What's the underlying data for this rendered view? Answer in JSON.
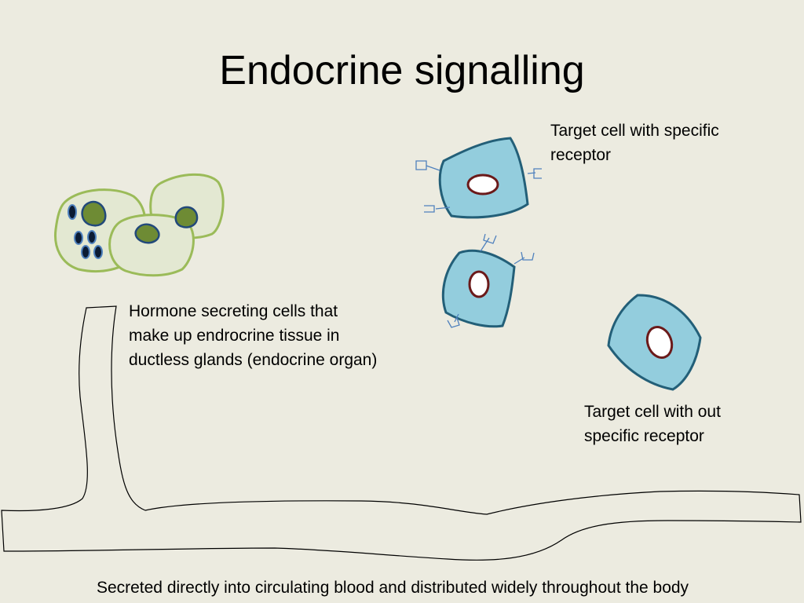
{
  "slide": {
    "title": "Endocrine signalling",
    "labels": {
      "hormone_cells": "Hormone secreting cells that make up endrocrine tissue in ductless glands (endocrine organ)",
      "target_with_receptor": "Target cell with specific receptor",
      "target_without_receptor": "Target cell with out specific receptor",
      "blood_caption": "Secreted directly into circulating blood and distributed widely throughout the body"
    }
  },
  "colors": {
    "background": "#ecebe0",
    "secreting_cell_fill": "#e3e8d2",
    "secreting_cell_outline": "#9bbb59",
    "secreting_nucleus": "#6e8b34",
    "granule_fill": "#0b1b33",
    "target_cell_fill": "#93cddd",
    "target_cell_outline": "#235f78",
    "target_nucleus_fill": "#ffffff",
    "target_nucleus_outline": "#6b1a1a",
    "receptor_stroke": "#4f81bd"
  },
  "icons": {
    "hormone_secreting_cells": "cell-cluster-icon",
    "target_cell": "target-cell-icon",
    "receptor": "receptor-icon",
    "blood_vessel": "blood-vessel-icon"
  }
}
